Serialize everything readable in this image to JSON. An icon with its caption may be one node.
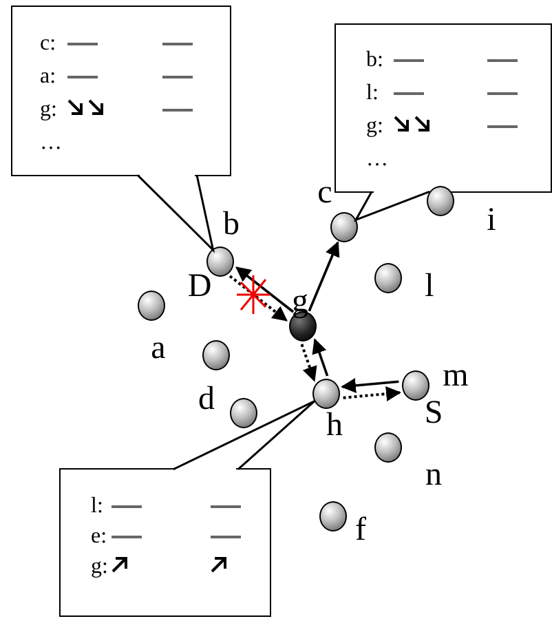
{
  "diagram": {
    "nodes": [
      {
        "text": [
          "c:",
          "a:",
          "g:",
          "…"
        ]
      },
      {
        "text": [
          "b:",
          "l:",
          "g:",
          "…"
        ]
      },
      {
        "text": [],
        "shape": "circle",
        "beside": [
          "c"
        ]
      },
      {
        "text": [],
        "shape": "circle",
        "beside": [
          "i"
        ]
      },
      {
        "text": [],
        "shape": "circle",
        "beside": [
          "b"
        ]
      },
      {
        "text": [],
        "shape": "circle",
        "beside": [
          "l"
        ]
      },
      {
        "text": [],
        "shape": "circle",
        "beside": [
          "g"
        ]
      },
      {
        "text": [],
        "shape": "circle"
      },
      {
        "text": [],
        "shape": "circle"
      },
      {
        "text": [],
        "shape": "circle",
        "beside": [
          "m"
        ]
      },
      {
        "text": [],
        "shape": "circle",
        "beside": [
          "h"
        ]
      },
      {
        "text": [],
        "shape": "circle",
        "beside": [
          "d"
        ]
      },
      {
        "text": [],
        "shape": "circle",
        "beside": [
          "n"
        ]
      },
      {
        "text": [
          "l:",
          "e:",
          "g:"
        ]
      },
      {
        "text": [],
        "shape": "circle",
        "beside": [
          "f"
        ]
      }
    ],
    "edges": [
      {
        "from": 0,
        "to": 4,
        "arrow": "none"
      },
      {
        "from": 1,
        "to": 2,
        "arrow": "none"
      },
      {
        "from": 13,
        "to": 10,
        "arrow": "none"
      },
      {
        "from": 6,
        "to": 4,
        "arrow": "to"
      },
      {
        "from": 4,
        "to": 6,
        "arrow": "to",
        "style": "dashed"
      },
      {
        "from": 6,
        "to": 2,
        "arrow": "to"
      },
      {
        "from": 6,
        "to": 10,
        "arrow": "to",
        "style": "dashed"
      },
      {
        "from": 10,
        "to": 6,
        "arrow": "to"
      },
      {
        "from": 9,
        "to": 10,
        "arrow": "to"
      },
      {
        "from": 10,
        "to": 9,
        "arrow": "to",
        "style": "dashed"
      }
    ],
    "labels": [
      "D",
      "a",
      "S"
    ]
  }
}
